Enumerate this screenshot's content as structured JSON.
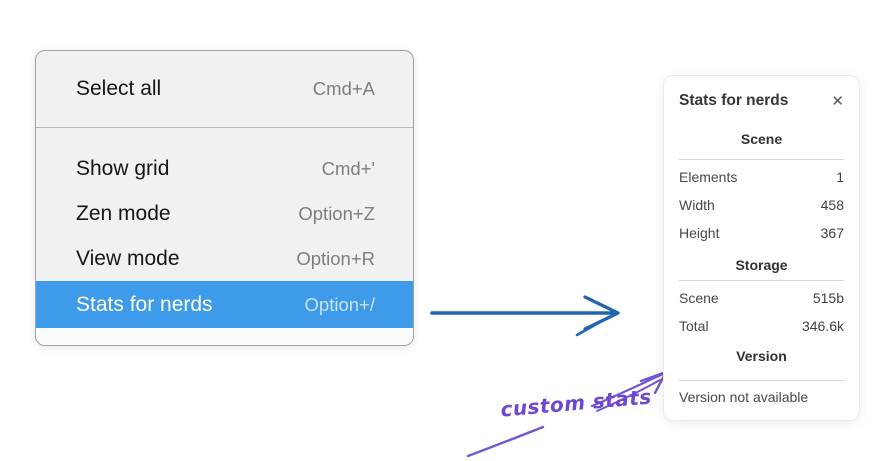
{
  "menu": {
    "items": [
      {
        "label": "Select all",
        "shortcut": "Cmd+A",
        "selected": false
      },
      {
        "label": "Show grid",
        "shortcut": "Cmd+'",
        "selected": false
      },
      {
        "label": "Zen mode",
        "shortcut": "Option+Z",
        "selected": false
      },
      {
        "label": "View mode",
        "shortcut": "Option+R",
        "selected": false
      },
      {
        "label": "Stats for nerds",
        "shortcut": "Option+/",
        "selected": true
      }
    ],
    "selected_item": "Stats for nerds",
    "highlight_color": "#3e9be9"
  },
  "stats_panel": {
    "title": "Stats for nerds",
    "close_icon": "✕",
    "sections": [
      {
        "header": "Scene",
        "rows": [
          {
            "label": "Elements",
            "value": "1"
          },
          {
            "label": "Width",
            "value": "458"
          },
          {
            "label": "Height",
            "value": "367"
          }
        ]
      },
      {
        "header": "Storage",
        "rows": [
          {
            "label": "Scene",
            "value": "515b"
          },
          {
            "label": "Total",
            "value": "346.6k"
          }
        ]
      },
      {
        "header": "Version",
        "note": "Version not available"
      }
    ]
  },
  "annotations": {
    "custom_stats_label": "custom stats",
    "purple_color": "#7253d3",
    "blue_arrow_color": "#2066ad"
  }
}
